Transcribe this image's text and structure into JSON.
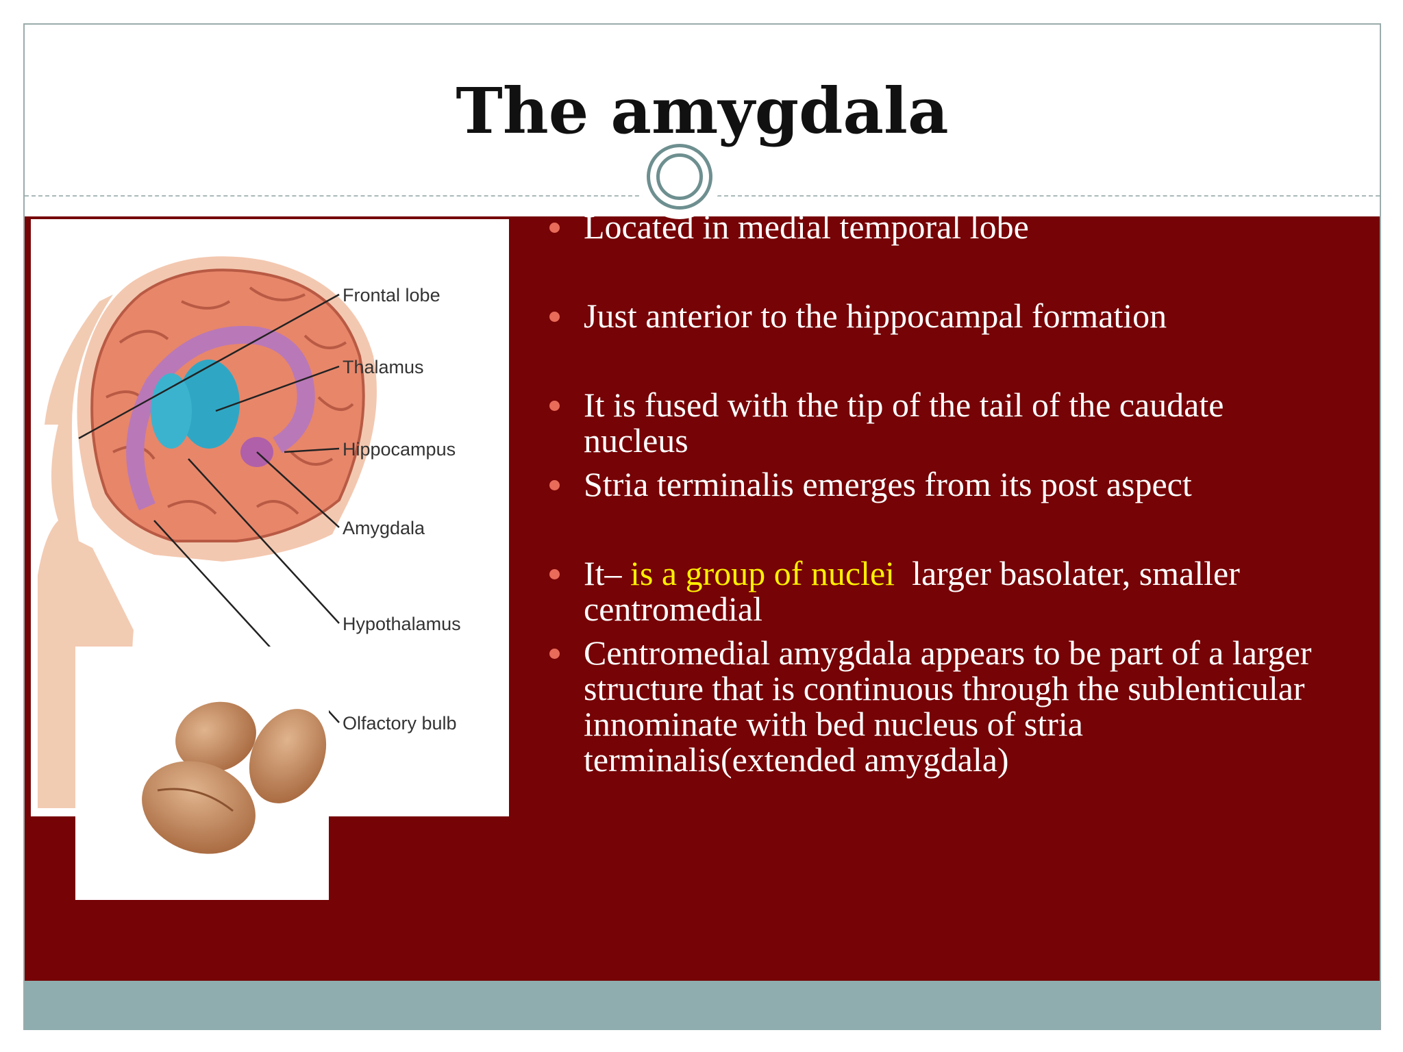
{
  "slide": {
    "title": "The amygdala"
  },
  "figure": {
    "labels": [
      "Frontal lobe",
      "Thalamus",
      "Hippocampus",
      "Amygdala",
      "Hypothalamus",
      "Olfactory bulb"
    ]
  },
  "bullets": [
    {
      "text": "Located in medial temporal lobe"
    },
    {
      "text": "Just anterior to the hippocampal formation"
    },
    {
      "text": "It is fused with the tip of the tail of the caudate nucleus"
    },
    {
      "text": "Stria terminalis emerges from its post aspect"
    },
    {
      "prefix": "It– ",
      "highlight": "is a group of nuclei",
      "suffix": "  larger basolater, smaller centromedial"
    },
    {
      "text": "Centromedial amygdala appears to be part of a larger structure that is continuous through the sublenticular innominate with bed nucleus of stria terminalis(extended amygdala)"
    }
  ],
  "colors": {
    "content_bg": "#760306",
    "footer_bg": "#8fadae",
    "bullet_marker": "#e96b5a",
    "highlight": "#fff000"
  }
}
